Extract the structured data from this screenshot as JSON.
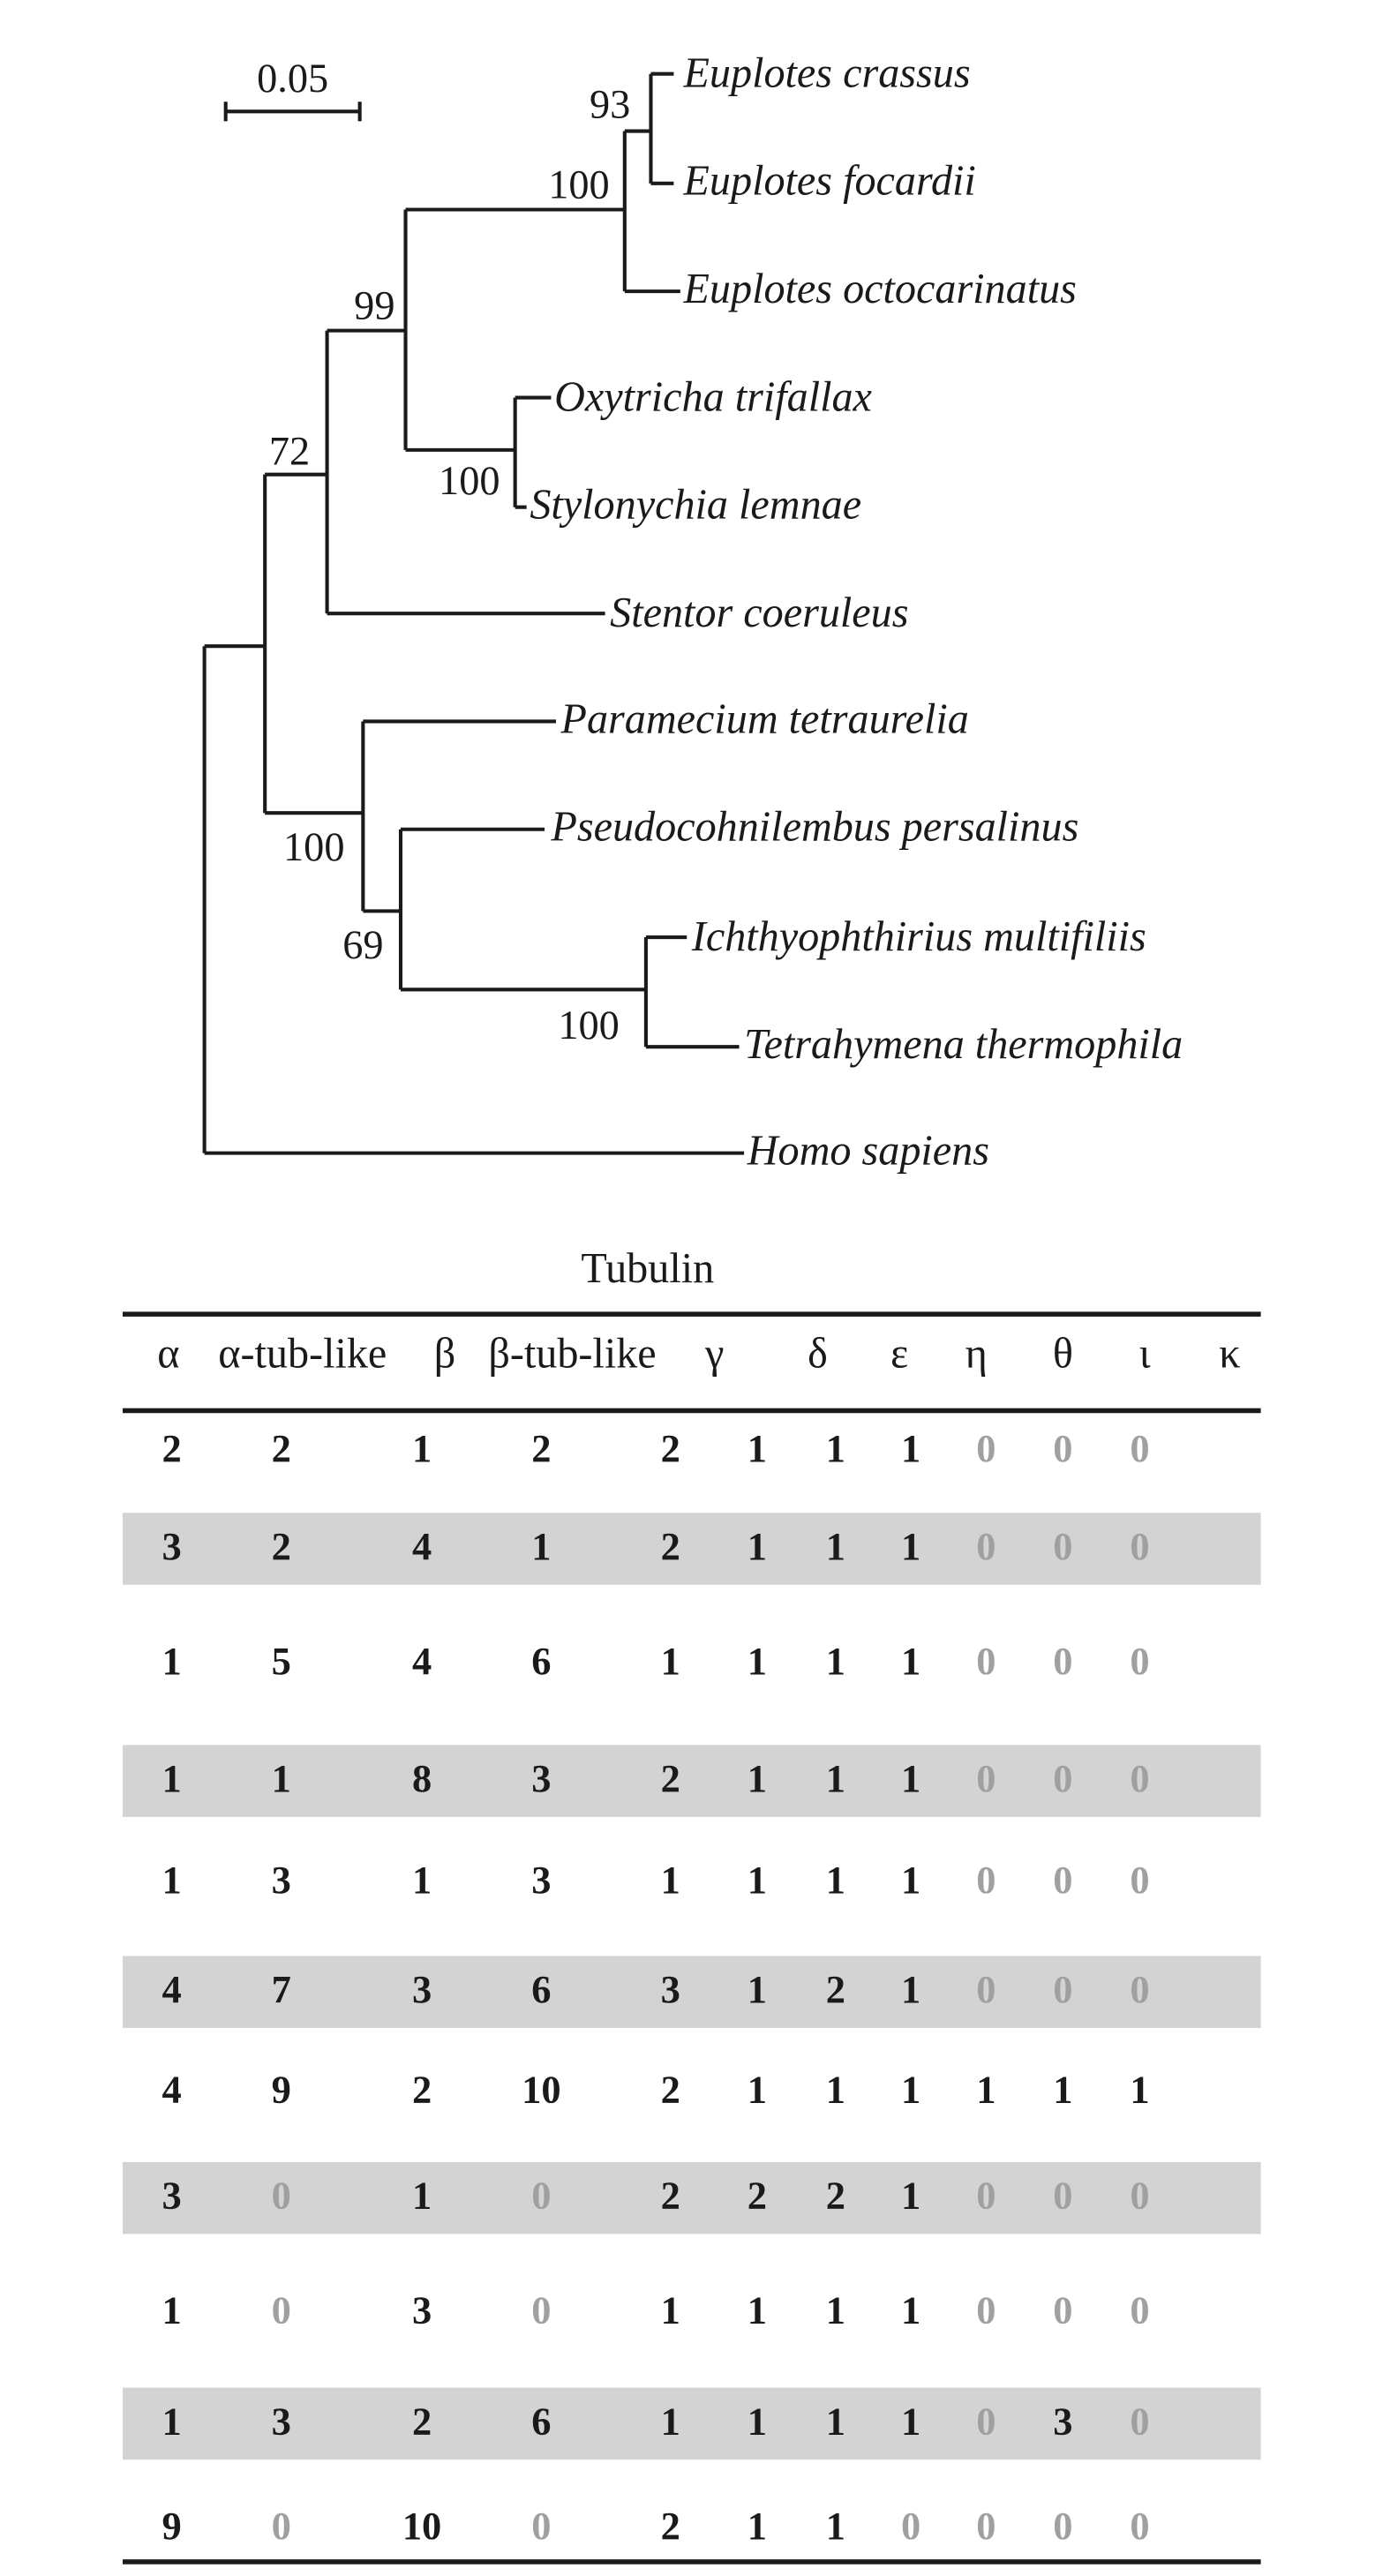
{
  "tree": {
    "scale_label": "0.05",
    "taxa": [
      "Euplotes crassus",
      "Euplotes focardii",
      "Euplotes octocarinatus",
      "Oxytricha trifallax",
      "Stylonychia lemnae",
      "Stentor coeruleus",
      "Paramecium tetraurelia",
      "Pseudocohnilembus persalinus",
      "Ichthyophthirius multifiliis",
      "Tetrahymena thermophila",
      "Homo sapiens"
    ],
    "bootstrap": [
      "93",
      "100",
      "99",
      "100",
      "72",
      "100",
      "69",
      "100"
    ]
  },
  "table": {
    "title": "Tubulin",
    "headers": [
      "α",
      "α-tub-like",
      "β",
      "β-tub-like",
      "γ",
      "δ",
      "ε",
      "η",
      "θ",
      "ι",
      "κ"
    ],
    "rows": [
      [
        "2",
        "2",
        "1",
        "2",
        "2",
        "1",
        "1",
        "1",
        "0",
        "0",
        "0"
      ],
      [
        "3",
        "2",
        "4",
        "1",
        "2",
        "1",
        "1",
        "1",
        "0",
        "0",
        "0"
      ],
      [
        "1",
        "5",
        "4",
        "6",
        "1",
        "1",
        "1",
        "1",
        "0",
        "0",
        "0"
      ],
      [
        "1",
        "1",
        "8",
        "3",
        "2",
        "1",
        "1",
        "1",
        "0",
        "0",
        "0"
      ],
      [
        "1",
        "3",
        "1",
        "3",
        "1",
        "1",
        "1",
        "1",
        "0",
        "0",
        "0"
      ],
      [
        "4",
        "7",
        "3",
        "6",
        "3",
        "1",
        "2",
        "1",
        "0",
        "0",
        "0"
      ],
      [
        "4",
        "9",
        "2",
        "10",
        "2",
        "1",
        "1",
        "1",
        "1",
        "1",
        "1"
      ],
      [
        "3",
        "0",
        "1",
        "0",
        "2",
        "2",
        "2",
        "1",
        "0",
        "0",
        "0"
      ],
      [
        "1",
        "0",
        "3",
        "0",
        "1",
        "1",
        "1",
        "1",
        "0",
        "0",
        "0"
      ],
      [
        "1",
        "3",
        "2",
        "6",
        "1",
        "1",
        "1",
        "1",
        "0",
        "3",
        "0"
      ],
      [
        "9",
        "0",
        "10",
        "0",
        "2",
        "1",
        "1",
        "0",
        "0",
        "0",
        "0"
      ]
    ]
  },
  "colors": {
    "band": "#d3d3d3",
    "zero": "#a0a0a0",
    "text": "#1a1a1a"
  }
}
